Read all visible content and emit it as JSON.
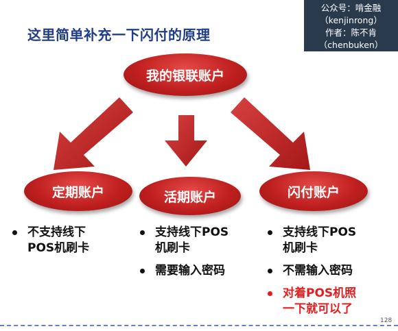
{
  "title": "这里简单补充一下闪付的原理",
  "watermark": {
    "line1": "公众号：啃金融",
    "line2": "（kenjinrong）",
    "line3": "作者：陈不肯",
    "line4": "（chenbuken）"
  },
  "nodes": {
    "top": "我的银联账户",
    "left": "定期账户",
    "mid": "活期账户",
    "right": "闪付账户"
  },
  "columns": {
    "left": [
      {
        "line1": "不支持线下",
        "line2": "POS机刷卡"
      }
    ],
    "mid": [
      {
        "line1": "支持线下POS",
        "line2": "机刷卡"
      },
      {
        "line1": "需要输入密码",
        "line2": ""
      }
    ],
    "right": [
      {
        "line1": "支持线下POS",
        "line2": "机刷卡"
      },
      {
        "line1": "不需输入密码",
        "line2": ""
      },
      {
        "line1": "对着POS机照",
        "line2": "一下就可以了"
      }
    ]
  },
  "page_number": "128",
  "colors": {
    "title": "#1f3c88",
    "node_fill": "#c0201f",
    "highlight_text": "#e02020",
    "watermark_bg": "#2a3a4d"
  }
}
